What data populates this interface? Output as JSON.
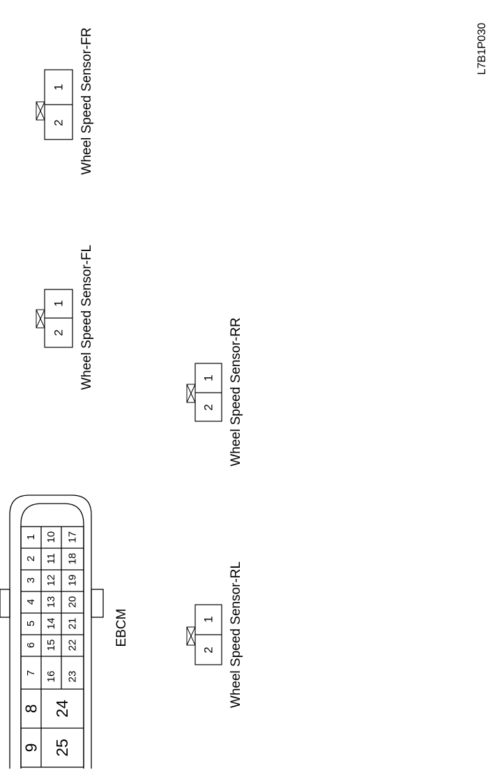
{
  "diagram_code": "L7B1P030",
  "ebcm": {
    "label": "EBCM",
    "pins_row1": [
      "1",
      "2",
      "3",
      "4",
      "5",
      "6",
      "7"
    ],
    "pins_row2": [
      "10",
      "11",
      "12",
      "13",
      "14",
      "15",
      "16"
    ],
    "pins_row3": [
      "17",
      "18",
      "19",
      "20",
      "21",
      "22",
      "23"
    ],
    "pins_large": [
      "8",
      "24",
      "9",
      "25"
    ]
  },
  "sensors": {
    "fr": {
      "label": "Wheel Speed Sensor-FR",
      "pin1": "1",
      "pin2": "2"
    },
    "fl": {
      "label": "Wheel Speed Sensor-FL",
      "pin1": "1",
      "pin2": "2"
    },
    "rr": {
      "label": "Wheel Speed Sensor-RR",
      "pin1": "1",
      "pin2": "2"
    },
    "rl": {
      "label": "Wheel Speed Sensor-RL",
      "pin1": "1",
      "pin2": "2"
    }
  }
}
